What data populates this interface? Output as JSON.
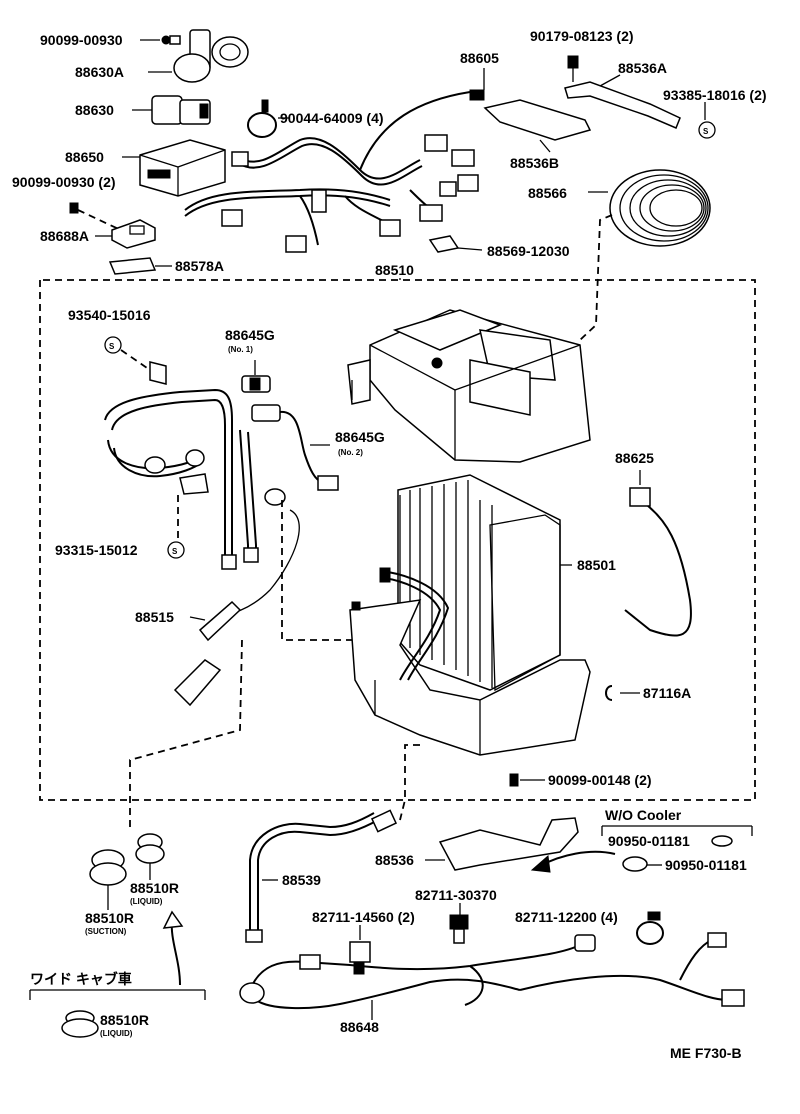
{
  "labels": {
    "p_90099_00930_top": "90099-00930",
    "p_88630A": "88630A",
    "p_88630": "88630",
    "p_88650": "88650",
    "p_90099_00930_2": "90099-00930 (2)",
    "p_88688A": "88688A",
    "p_88578A": "88578A",
    "p_90044_64009": "90044-64009 (4)",
    "p_88605": "88605",
    "p_90179_08123": "90179-08123 (2)",
    "p_88536A": "88536A",
    "p_93385_18016": "93385-18016 (2)",
    "p_88536B": "88536B",
    "p_88566": "88566",
    "p_88569_12030": "88569-12030",
    "p_88510": "88510",
    "p_93540_15016": "93540-15016",
    "p_88645G_1": "88645G",
    "p_88645G_1_sub": "(No. 1)",
    "p_88645G_2": "88645G",
    "p_88645G_2_sub": "(No. 2)",
    "p_88625": "88625",
    "p_93315_15012": "93315-15012",
    "p_88501": "88501",
    "p_88515": "88515",
    "p_87116A": "87116A",
    "p_90099_00148": "90099-00148 (2)",
    "p_wo_cooler": "W/O Cooler",
    "p_90950_01181_a": "90950-01181",
    "p_90950_01181_b": "90950-01181",
    "p_88536": "88536",
    "p_88539": "88539",
    "p_88510R_liq": "88510R",
    "p_88510R_liq_sub": "(LIQUID)",
    "p_88510R_suc": "88510R",
    "p_88510R_suc_sub": "(SUCTION)",
    "p_82711_30370": "82711-30370",
    "p_82711_14560": "82711-14560 (2)",
    "p_82711_12200": "82711-12200 (4)",
    "p_88648": "88648",
    "p_wide_cab": "ワイド キャブ車",
    "p_88510R_wide": "88510R",
    "p_88510R_wide_sub": "(LIQUID)",
    "p_code": "ME F730-B"
  },
  "symbols": {
    "screw_mark": "S"
  }
}
